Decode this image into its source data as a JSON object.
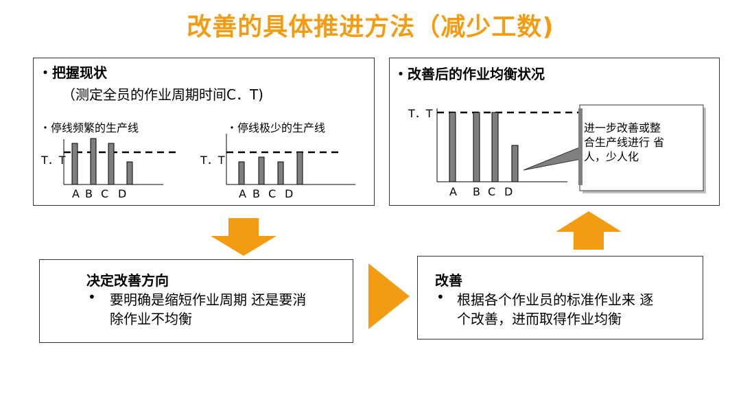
{
  "title": "改善的具体推进方法（减少工数)",
  "current": {
    "heading": "・把握现状",
    "sub": "（测定全员的作业周期时间C．T)",
    "left_label": "・停线频繁的生产线",
    "right_label": "・停线极少的生产线",
    "tt": "T．T",
    "cats": [
      "A",
      "B",
      "C",
      "D"
    ]
  },
  "after": {
    "heading": "・改善后的作业均衡状况",
    "tt": "T．T",
    "cats": [
      "A",
      "B",
      "C",
      "D"
    ],
    "callout": [
      "进一步改善或整",
      "合生产线进行 省",
      "人，少人化"
    ]
  },
  "decide": {
    "heading": "决定改善方向",
    "bullet": "•",
    "lines": [
      "要明确是缩短作业周期 还是要消",
      "除作业不均衡"
    ]
  },
  "improve": {
    "heading": "改善",
    "bullet": "•",
    "lines": [
      "根据各个作业员的标准作业来 逐",
      "个改善，进而取得作业均衡"
    ]
  },
  "colors": {
    "title": "#f39c12",
    "arrow": "#f39c12",
    "bar": "#7f7f7f"
  }
}
